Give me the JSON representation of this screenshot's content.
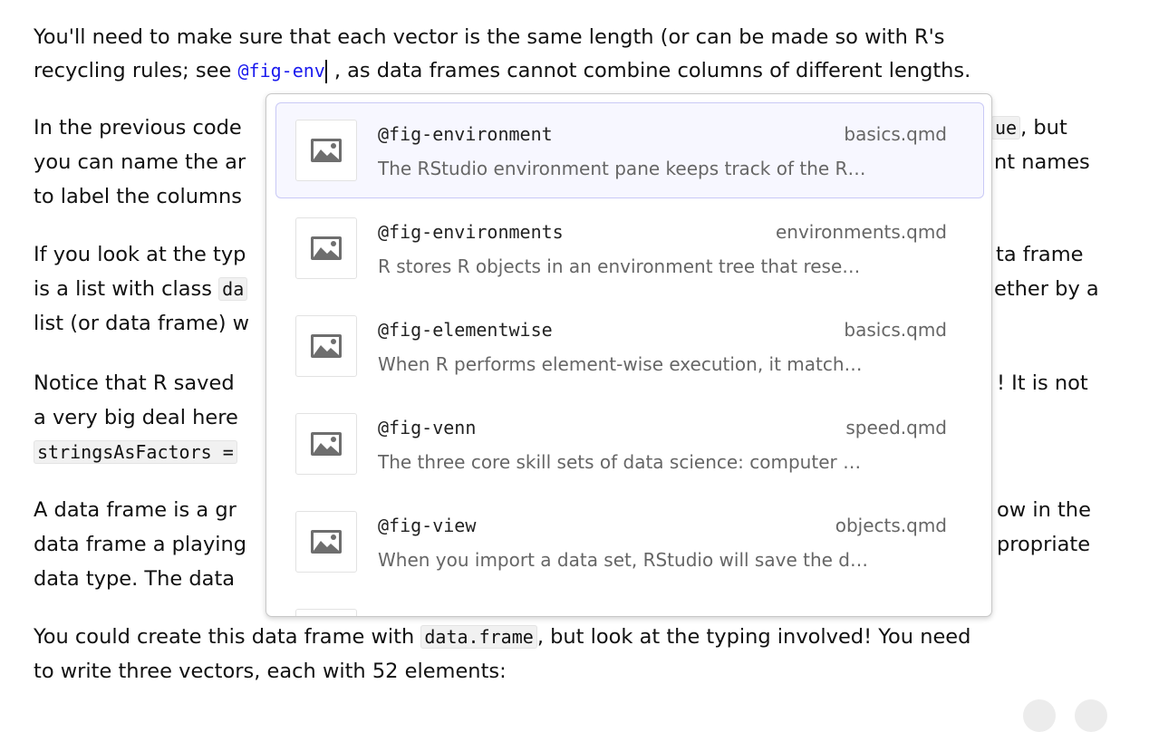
{
  "paragraphs": {
    "p1": {
      "l1": "You'll need to make sure that each vector is the same length (or can be made so with R's",
      "l2a": "recycling rules; see ",
      "l2ref": "@fig-env",
      "l2b": ", as data frames cannot combine columns of different lengths."
    },
    "p2": {
      "l1a": "In the previous code",
      "l1code": "ue",
      "l1b": ", but",
      "l2a": "you can name the ar",
      "l2b": "nt names",
      "l3a": "to label the columns"
    },
    "p3": {
      "l1a": "If you look at the typ",
      "l1b": "ta frame",
      "l2a": "is a list with class ",
      "l2code": "da",
      "l2b": "ether by a",
      "l3a": "list (or data frame) w"
    },
    "p4": {
      "l1a": "Notice that R saved ",
      "l1b": "! It is not",
      "l2a": "a very big deal here",
      "l3code": "stringsAsFactors ="
    },
    "p5": {
      "l1a": "A data frame is a gr",
      "l1b": "ow in the",
      "l2a": "data frame a playing",
      "l2b": "propriate",
      "l3a": "data type. The data"
    },
    "p6": {
      "l1a": "You could create this data frame with ",
      "l1code": "data.frame",
      "l1b": ", but look at the typing involved! You need",
      "l2": "to write three vectors, each with 52 elements:"
    }
  },
  "autocomplete": {
    "items": [
      {
        "id": "@fig-environment",
        "file": "basics.qmd",
        "desc": "The RStudio environment pane keeps track of the R…",
        "icon": "image-icon",
        "selected": true
      },
      {
        "id": "@fig-environments",
        "file": "environments.qmd",
        "desc": "R stores R objects in an environment tree that rese…",
        "icon": "image-icon"
      },
      {
        "id": "@fig-elementwise",
        "file": "basics.qmd",
        "desc": "When R performs element-wise execution, it match…",
        "icon": "image-icon"
      },
      {
        "id": "@fig-venn",
        "file": "speed.qmd",
        "desc": "The three core skill sets of data science: computer …",
        "icon": "image-icon"
      },
      {
        "id": "@fig-view",
        "file": "objects.qmd",
        "desc": "When you import a data set, RStudio will save the d…",
        "icon": "image-icon"
      }
    ]
  },
  "colors": {
    "reference": "#1a1aee",
    "selected_bg": "#f7f7ff",
    "selected_border": "#c9c9f6"
  }
}
